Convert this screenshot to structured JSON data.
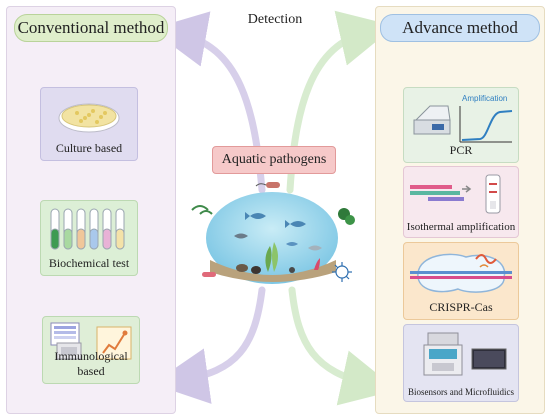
{
  "top_label": "Detection",
  "left": {
    "title": "Conventional method",
    "methods": [
      "Culture based",
      "Biochemical test",
      "Immunological based"
    ]
  },
  "right": {
    "title": "Advance method",
    "methods": [
      "PCR",
      "Isothermal amplification",
      "CRISPR-Cas",
      "Biosensors and Microfluidics"
    ],
    "pcr_plot_label": "Amplification"
  },
  "center": {
    "title": "Aquatic pathogens"
  },
  "colors": {
    "left_arrows": "#c9bfe0",
    "right_arrows": "#cfe6c4",
    "center_box": "#f6c9c9"
  },
  "icons": [
    "petri-dish",
    "test-tubes",
    "elisa-reader",
    "thermocycler",
    "lateral-flow-strip",
    "crispr-complex",
    "biosensor-device",
    "fish",
    "bacteria",
    "virus"
  ]
}
